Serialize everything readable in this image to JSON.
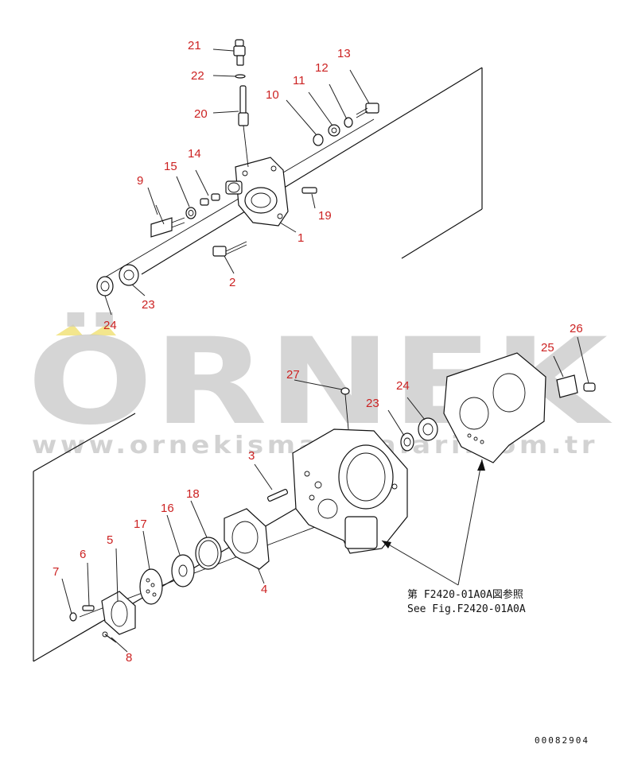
{
  "callouts": {
    "c1": "1",
    "c2": "2",
    "c3": "3",
    "c4": "4",
    "c5": "5",
    "c6": "6",
    "c7": "7",
    "c8": "8",
    "c9": "9",
    "c10": "10",
    "c11": "11",
    "c12": "12",
    "c13": "13",
    "c14": "14",
    "c15": "15",
    "c16": "16",
    "c17": "17",
    "c18": "18",
    "c19": "19",
    "c20": "20",
    "c21": "21",
    "c22": "22",
    "c23a": "23",
    "c23b": "23",
    "c24a": "24",
    "c24b": "24",
    "c25": "25",
    "c26": "26",
    "c27": "27"
  },
  "reference": {
    "line1": "第 F2420-01A0A図参照",
    "line2": "See Fig.F2420-01A0A"
  },
  "drawing_number": "00082904",
  "watermark": {
    "brand": "ÖRNEK",
    "url": "www.ornekismakinalari.com.tr",
    "accent_color": "#f0e070",
    "text_color": "#c8c8c8"
  },
  "colors": {
    "callout": "#cc2222",
    "line": "#111111"
  }
}
